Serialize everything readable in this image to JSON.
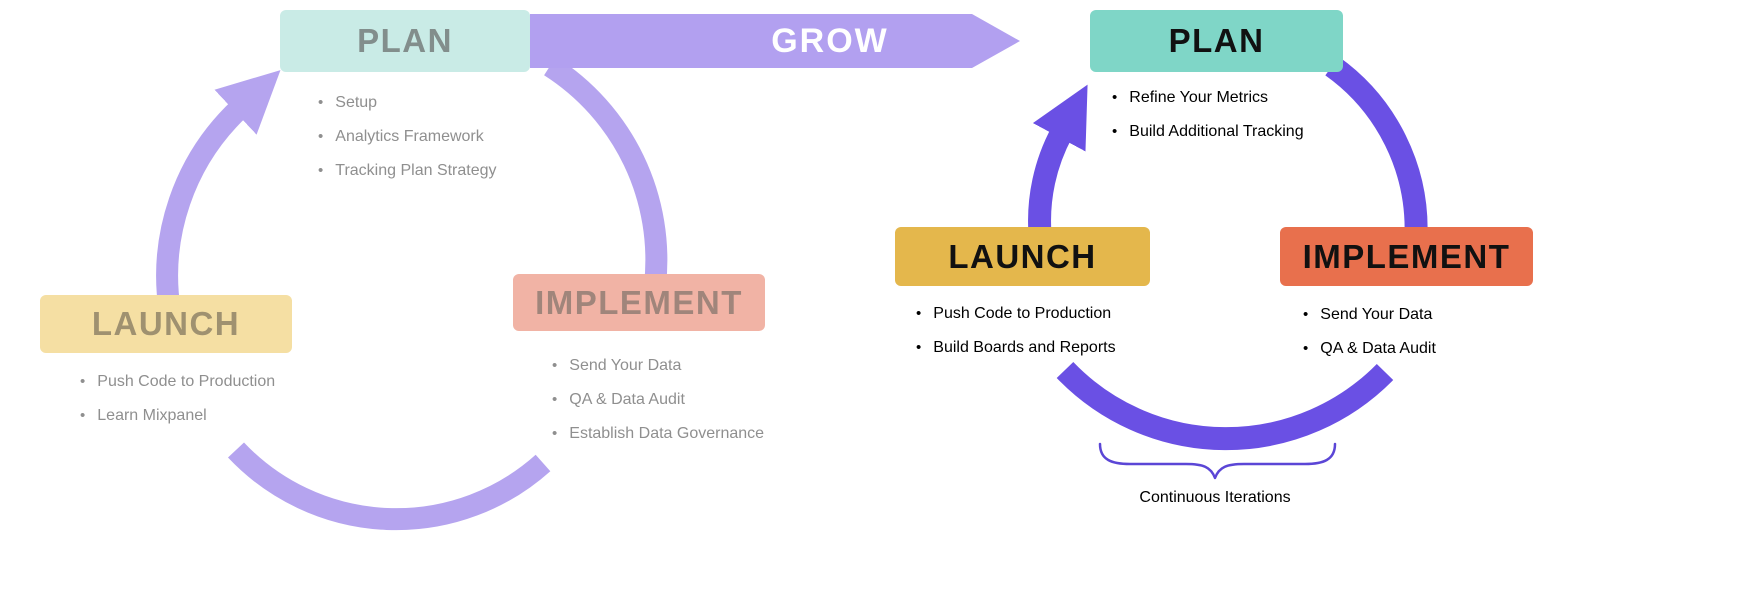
{
  "diagram": {
    "left_cycle": {
      "plan": {
        "label": "PLAN",
        "items": [
          "Setup",
          "Analytics Framework",
          "Tracking Plan Strategy"
        ]
      },
      "implement": {
        "label": "IMPLEMENT",
        "items": [
          "Send Your Data",
          "QA & Data Audit",
          "Establish Data Governance"
        ]
      },
      "launch": {
        "label": "LAUNCH",
        "items": [
          "Push Code to Production",
          "Learn Mixpanel"
        ]
      }
    },
    "grow": {
      "label": "GROW"
    },
    "right_cycle": {
      "plan": {
        "label": "PLAN",
        "items": [
          "Refine Your Metrics",
          "Build Additional Tracking"
        ]
      },
      "launch": {
        "label": "LAUNCH",
        "items": [
          "Push Code to Production",
          "Build Boards and Reports"
        ]
      },
      "implement": {
        "label": "IMPLEMENT",
        "items": [
          "Send Your Data",
          "QA & Data Audit"
        ]
      },
      "caption": "Continuous Iterations"
    }
  },
  "colors": {
    "left_plan_bg": "#c9ebe6",
    "left_implement_bg": "#f1b3a5",
    "left_launch_bg": "#f5dfa3",
    "left_plan_text": "#828e8c",
    "left_implement_text": "#a0857b",
    "left_launch_text": "#9f9170",
    "left_bullet_text": "#8f8f8f",
    "left_arrow": "#b5a4ef",
    "grow_bg": "#b2a0f0",
    "right_plan_bg": "#7fd6c7",
    "right_implement_bg": "#e8704d",
    "right_launch_bg": "#e4b74c",
    "right_text": "#111111",
    "right_bullet_text": "#000000",
    "right_arrow": "#6a50e4",
    "brace": "#5b46d6"
  }
}
